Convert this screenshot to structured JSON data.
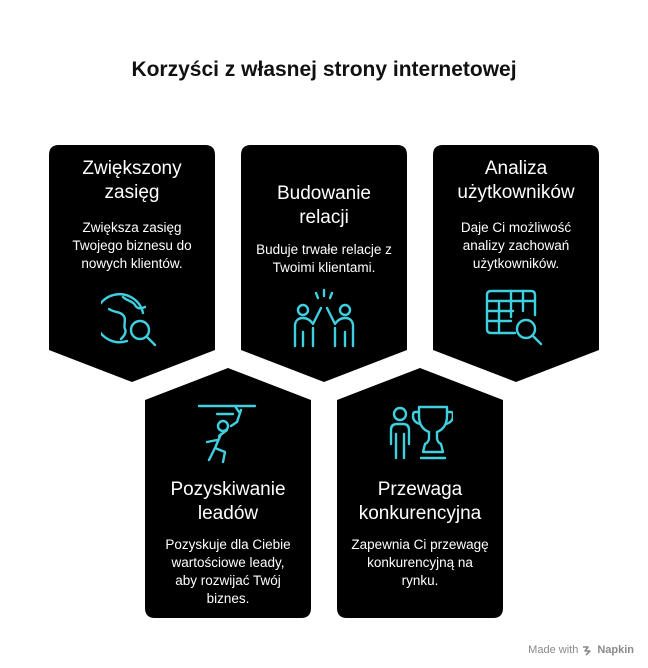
{
  "title": "Korzyści z własnej strony internetowej",
  "cards": [
    {
      "title": "Zwiększony zasięg",
      "body": "Zwiększa zasięg Twojego biznesu do nowych klientów.",
      "icon": "globe-search-icon"
    },
    {
      "title": "Budowanie relacji",
      "body": "Buduje trwałe relacje z Twoimi klientami.",
      "icon": "high-five-icon"
    },
    {
      "title": "Analiza użytkowników",
      "body": "Daje Ci możliwość analizy zachowań użytkowników.",
      "icon": "table-search-icon"
    },
    {
      "title": "Pozyskiwanie leadów",
      "body": "Pozyskuje dla Ciebie wartościowe leady, aby rozwijać Twój biznes.",
      "icon": "person-reaching-icon"
    },
    {
      "title": "Przewaga konkurencyjna",
      "body": "Zapewnia Ci przewagę konkurencyjną na rynku.",
      "icon": "person-trophy-icon"
    }
  ],
  "footer": {
    "made_with": "Made with",
    "brand": "Napkin"
  },
  "colors": {
    "card": "#000000",
    "icon": "#3fd0e0",
    "text": "#ffffff"
  }
}
